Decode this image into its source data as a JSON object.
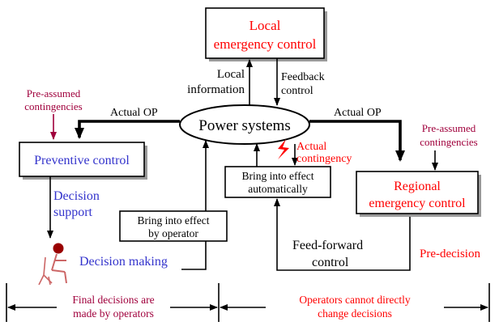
{
  "boxes": {
    "local_control": [
      "Local",
      "emergency control"
    ],
    "preventive_control": "Preventive control",
    "auto_effect": [
      "Bring into effect",
      "automatically"
    ],
    "operator_effect": [
      "Bring into effect",
      "by operator"
    ],
    "regional_control": [
      "Regional",
      "emergency control"
    ],
    "power_systems": "Power systems"
  },
  "labels": {
    "local_information": [
      "Local",
      "information"
    ],
    "feedback_control": [
      "Feedback",
      "control"
    ],
    "actual_op_left": "Actual OP",
    "actual_op_right": "Actual OP",
    "pre_assumed_left": [
      "Pre-assumed",
      "contingencies"
    ],
    "pre_assumed_right": [
      "Pre-assumed",
      "contingencies"
    ],
    "actual_contingency": [
      "Actual",
      "contingency"
    ],
    "decision_support": [
      "Decision",
      "support"
    ],
    "decision_making": "Decision making",
    "feed_forward": [
      "Feed-forward",
      "control"
    ],
    "pre_decision": "Pre-decision"
  },
  "bottom": {
    "left_text": [
      "Final decisions are",
      "made by operators"
    ],
    "right_text": [
      "Operators cannot directly",
      "change decisions"
    ]
  },
  "colors": {
    "red": "#ff0000",
    "dark_red": "#a0003c",
    "blue": "#3333cc",
    "black": "#000000"
  }
}
